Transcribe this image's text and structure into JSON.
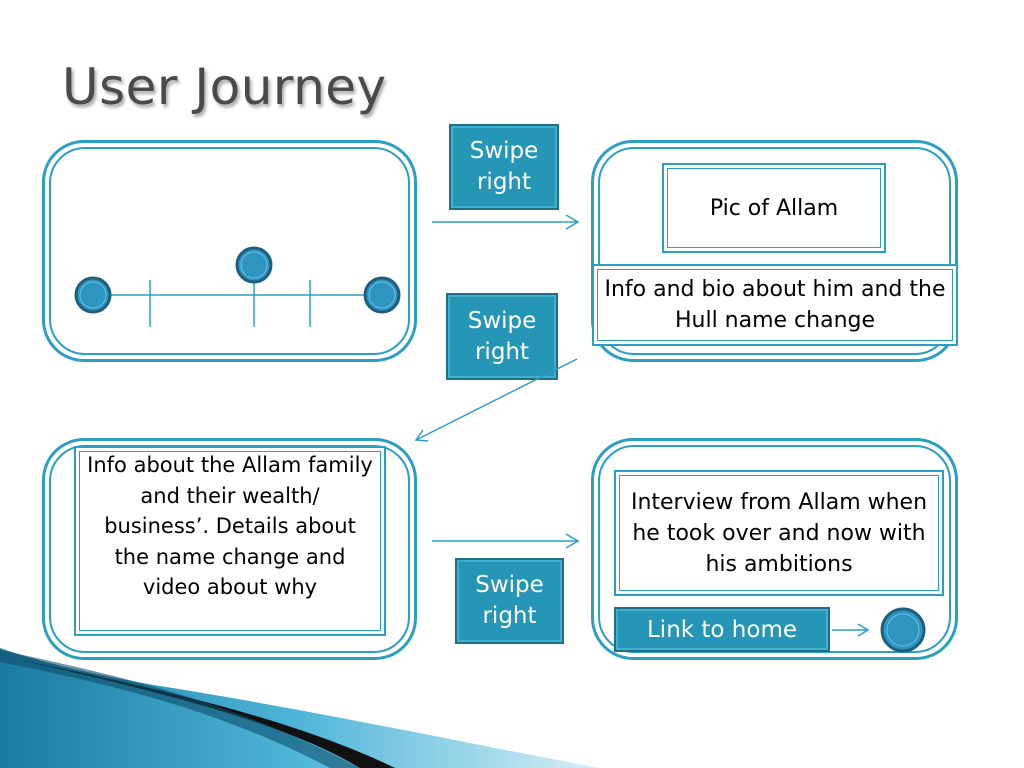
{
  "title": "User Journey",
  "swipe_labels": [
    "Swipe\nright",
    "Swipe\nright",
    "Swipe\nright"
  ],
  "screen2": {
    "pic_label": "Pic of Allam",
    "bio_label": "Info and bio about him and the Hull name change"
  },
  "screen3": {
    "info_label": "Info about the Allam family and their wealth/ business’. Details about the name change and video about why"
  },
  "screen4": {
    "interview_label": "Interview from Allam when he took over and now with his ambitions",
    "link_label": "Link to home"
  },
  "colors": {
    "accent": "#2b9fc3",
    "button_fill": "#2596b5",
    "node_fill": "#2e94c0",
    "title_text": "#4a4a4a"
  },
  "icons": [
    "timeline-node-icon",
    "arrow-right-icon",
    "arrow-down-left-icon",
    "home-node-icon"
  ]
}
